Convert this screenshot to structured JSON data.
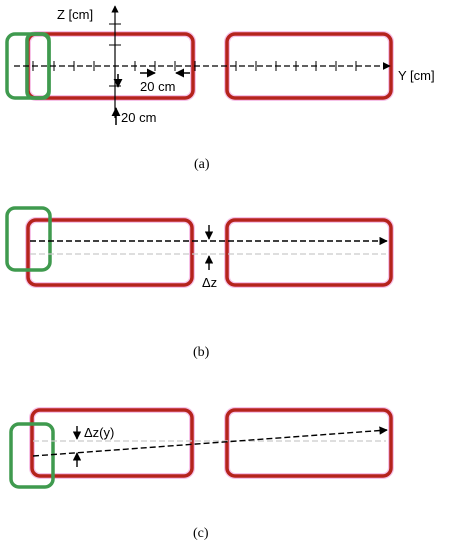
{
  "panels": [
    {
      "caption": "(a)",
      "z_axis_label": "Z [cm]",
      "y_axis_label": "Y [cm]",
      "y_scale_label": "20 cm",
      "z_scale_label": "20 cm"
    },
    {
      "caption": "(b)",
      "offset_label": "Δz"
    },
    {
      "caption": "(c)",
      "offset_label": "Δz(y)"
    }
  ],
  "colors": {
    "module_outline": "#b5231c",
    "module_glow": "#f09ad8",
    "beam_box": "#3f9a4e",
    "track_line": "#000000",
    "reference_line": "#c9c9c9"
  }
}
